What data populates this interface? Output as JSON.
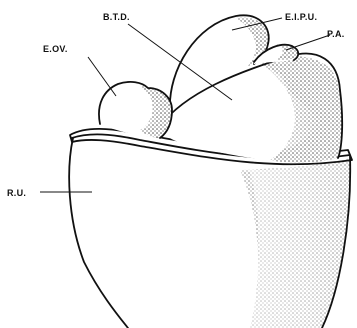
{
  "labels": {
    "btd": "B.T.D.",
    "eipu": "E.I.P.U.",
    "eov": "E.OV.",
    "pa": "P.A.",
    "ru": "R.U."
  },
  "colors": {
    "ink": "#111111",
    "paper": "#ffffff"
  }
}
